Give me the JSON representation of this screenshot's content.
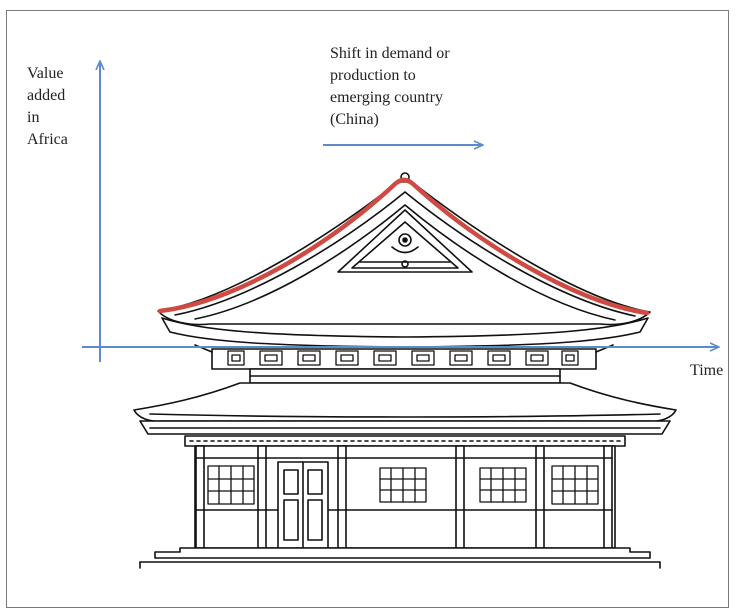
{
  "figure": {
    "y_axis_label_lines": [
      "Value",
      "added",
      "in",
      "Africa"
    ],
    "x_axis_label": "Time",
    "shift_label_lines": [
      "Shift in demand or",
      "production to",
      "emerging country",
      "(China)"
    ]
  },
  "colors": {
    "axis": "#5b8bc9",
    "curve": "#cf4a43",
    "ink": "#111111",
    "frame": "#7a7a7a"
  },
  "illustration": {
    "subject": "pagoda-roof-temple line drawing",
    "curve_shape": "rise-and-fall peak over roof ridge"
  }
}
